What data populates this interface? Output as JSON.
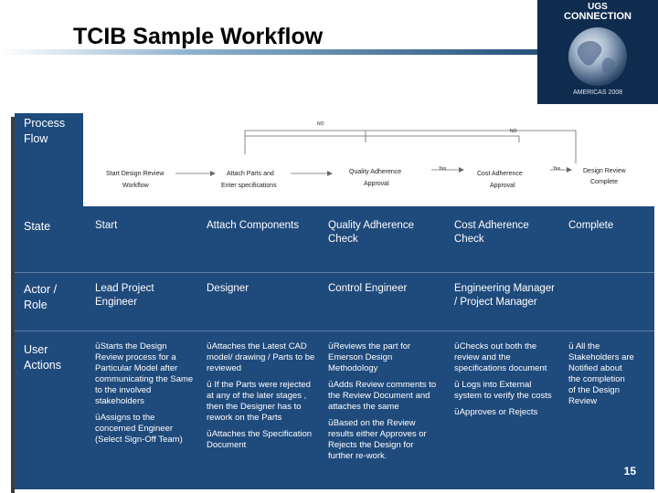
{
  "slide": {
    "title": "TCIB Sample Workflow",
    "page_number": "15"
  },
  "logo": {
    "line1": "UGS",
    "line2": "CONNECTION",
    "line3": "AMERICAS 2008"
  },
  "row_labels": {
    "process_flow": "Process Flow",
    "state": "State",
    "actor_role": "Actor / Role",
    "user_actions": "User Actions"
  },
  "flow": {
    "start_line1": "Start Design Review",
    "start_line2": "Workflow",
    "attach_line1": "Attach Parts and",
    "attach_line2": "Enter specifications",
    "quality_line1": "Quality Adherence",
    "quality_line2": "Approval",
    "cost_line1": "Cost Adherence",
    "cost_line2": "Approval",
    "complete_line1": "Design Review",
    "complete_line2": "Complete",
    "no_label_1": "NO",
    "no_label_2": "NO",
    "yes_label_1": "Yes",
    "yes_label_2": "Yes"
  },
  "states": [
    "Start",
    "Attach Components",
    "Quality Adherence Check",
    "Cost Adherence Check",
    "Complete"
  ],
  "actors": [
    "Lead Project Engineer",
    "Designer",
    "Control Engineer",
    "Engineering Manager / Project Manager",
    ""
  ],
  "check_glyph": "ü",
  "actions": {
    "col1": [
      "Starts the Design Review process for a Particular Model after communicating the Same to the involved stakeholders",
      "Assigns to the concerned Engineer (Select Sign-Off Team)"
    ],
    "col2": [
      "Attaches the Latest CAD model/ drawing / Parts to be reviewed",
      " If the Parts were rejected at any of the later stages , then the Designer has to rework on the Parts",
      "Attaches the Specification Document"
    ],
    "col3": [
      "Reviews the part for Emerson Design Methodology",
      "Adds Review comments to the Review Document and attaches the same",
      "Based on the Review results either Approves or Rejects the Design for further re-work."
    ],
    "col4": [
      "Checks out both the review and the specifications document",
      " Logs into External system to verify the costs",
      "Approves or Rejects"
    ],
    "col5": [
      " All the Stakeholders are Notified about the completion of the Design Review"
    ]
  }
}
